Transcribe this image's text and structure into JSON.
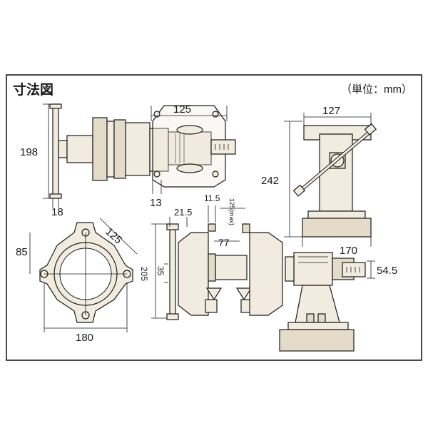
{
  "title": "寸法図",
  "unit": "（単位：mm）",
  "colors": {
    "part_fill": "#f1ecdf",
    "part_dark": "#e4dcc8",
    "stroke": "#1a1a1a",
    "background": "#ffffff"
  },
  "dimensions": {
    "top_view": {
      "height": "198",
      "jaw_thickness": "18",
      "base_span": "125",
      "offset": "13"
    },
    "base_view": {
      "bolt_circle": "125",
      "offset": "85",
      "overall": "180"
    },
    "side_view": {
      "width": "127",
      "height": "242",
      "base_length": "170"
    },
    "front_view": {
      "jaw_lip": "21.5",
      "jaw_step": "11.5",
      "jaw_open_max": "125(max)",
      "jaw_depth": "77",
      "overall_height": "205",
      "jaw_height": "35"
    },
    "rear_view": {
      "screw_width": "54.5"
    }
  }
}
